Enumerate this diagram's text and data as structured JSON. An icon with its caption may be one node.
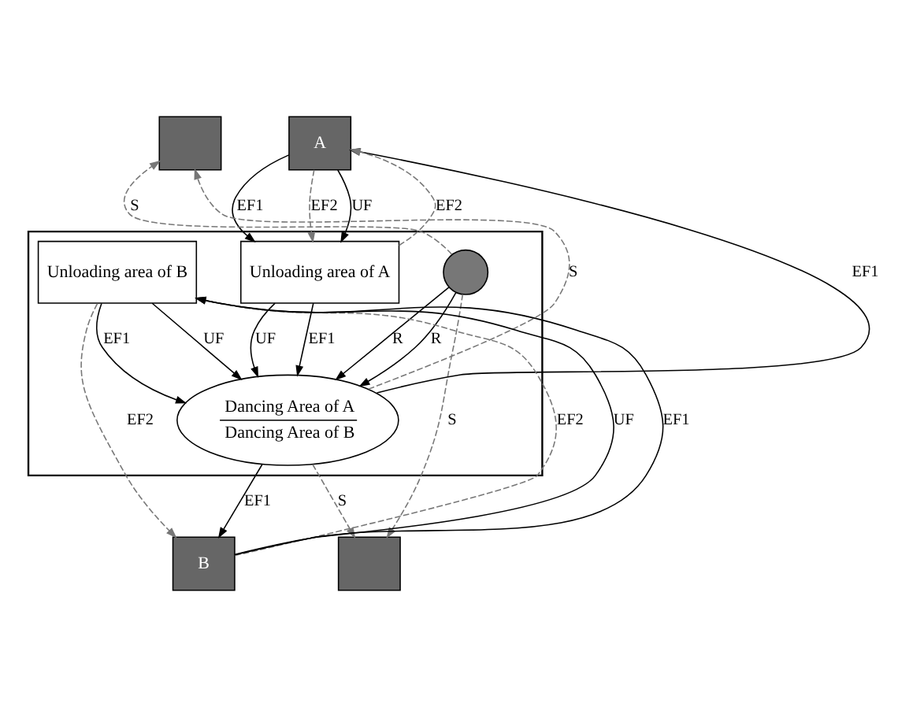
{
  "diagram": {
    "nodes": [
      {
        "text": [],
        "shape": "box"
      },
      {
        "text": [
          "A"
        ]
      },
      {
        "text": [],
        "shape": "box"
      },
      {
        "text": [],
        "shape": "circle",
        "in": 2
      },
      {
        "text": [
          "Dancing Area of A",
          "Dancing Area of B"
        ],
        "in": 2
      },
      {
        "text": [
          "Unloading area of A"
        ],
        "in": 2
      },
      {
        "text": [
          "Unloading area of B"
        ],
        "in": 2
      },
      {
        "text": [],
        "shape": "box"
      },
      {
        "text": [
          "B"
        ]
      }
    ],
    "edges": [
      {
        "from": 3,
        "to": 0,
        "arrow": "to",
        "label": "S",
        "style": "dashed",
        "color": "#777777"
      },
      {
        "from": 4,
        "to": 0,
        "arrow": "to",
        "label": "S",
        "style": "dashed",
        "color": "#777777"
      },
      {
        "from": 3,
        "to": 4,
        "arrow": "to",
        "label": "R"
      },
      {
        "from": 3,
        "to": 4,
        "arrow": "to",
        "label": "R"
      },
      {
        "from": 4,
        "to": 1,
        "arrow": "to",
        "label": "EF1"
      },
      {
        "from": 5,
        "to": 1,
        "arrow": "to",
        "label": "EF2",
        "style": "dashed",
        "color": "#777777"
      },
      {
        "from": 1,
        "to": 5,
        "arrow": "to",
        "label": "UF"
      },
      {
        "from": 1,
        "to": 5,
        "arrow": "to",
        "label": "EF1"
      },
      {
        "from": 1,
        "to": 5,
        "arrow": "to",
        "label": "EF2",
        "style": "dashed",
        "color": "#777777"
      },
      {
        "from": 5,
        "to": 4,
        "arrow": "to",
        "label": "UF"
      },
      {
        "from": 5,
        "to": 4,
        "arrow": "to",
        "label": "EF1"
      },
      {
        "from": 6,
        "to": 4,
        "arrow": "to",
        "label": "EF1"
      },
      {
        "from": 6,
        "to": 4,
        "arrow": "to",
        "label": "UF"
      },
      {
        "from": 3,
        "to": 7,
        "arrow": "to",
        "label": "S",
        "style": "dashed",
        "color": "#777777"
      },
      {
        "from": 4,
        "to": 7,
        "arrow": "to",
        "label": "S",
        "style": "dashed",
        "color": "#777777"
      },
      {
        "from": 4,
        "to": 8,
        "arrow": "to",
        "label": "EF1"
      },
      {
        "from": 8,
        "to": 6,
        "arrow": "to",
        "label": "EF2",
        "style": "dashed",
        "color": "#777777"
      },
      {
        "from": 8,
        "to": 6,
        "arrow": "to",
        "label": "UF"
      },
      {
        "from": 8,
        "to": 6,
        "arrow": "to",
        "label": "EF1"
      },
      {
        "from": 6,
        "to": 8,
        "arrow": "to",
        "label": "EF2",
        "style": "dashed",
        "color": "#777777"
      }
    ]
  }
}
